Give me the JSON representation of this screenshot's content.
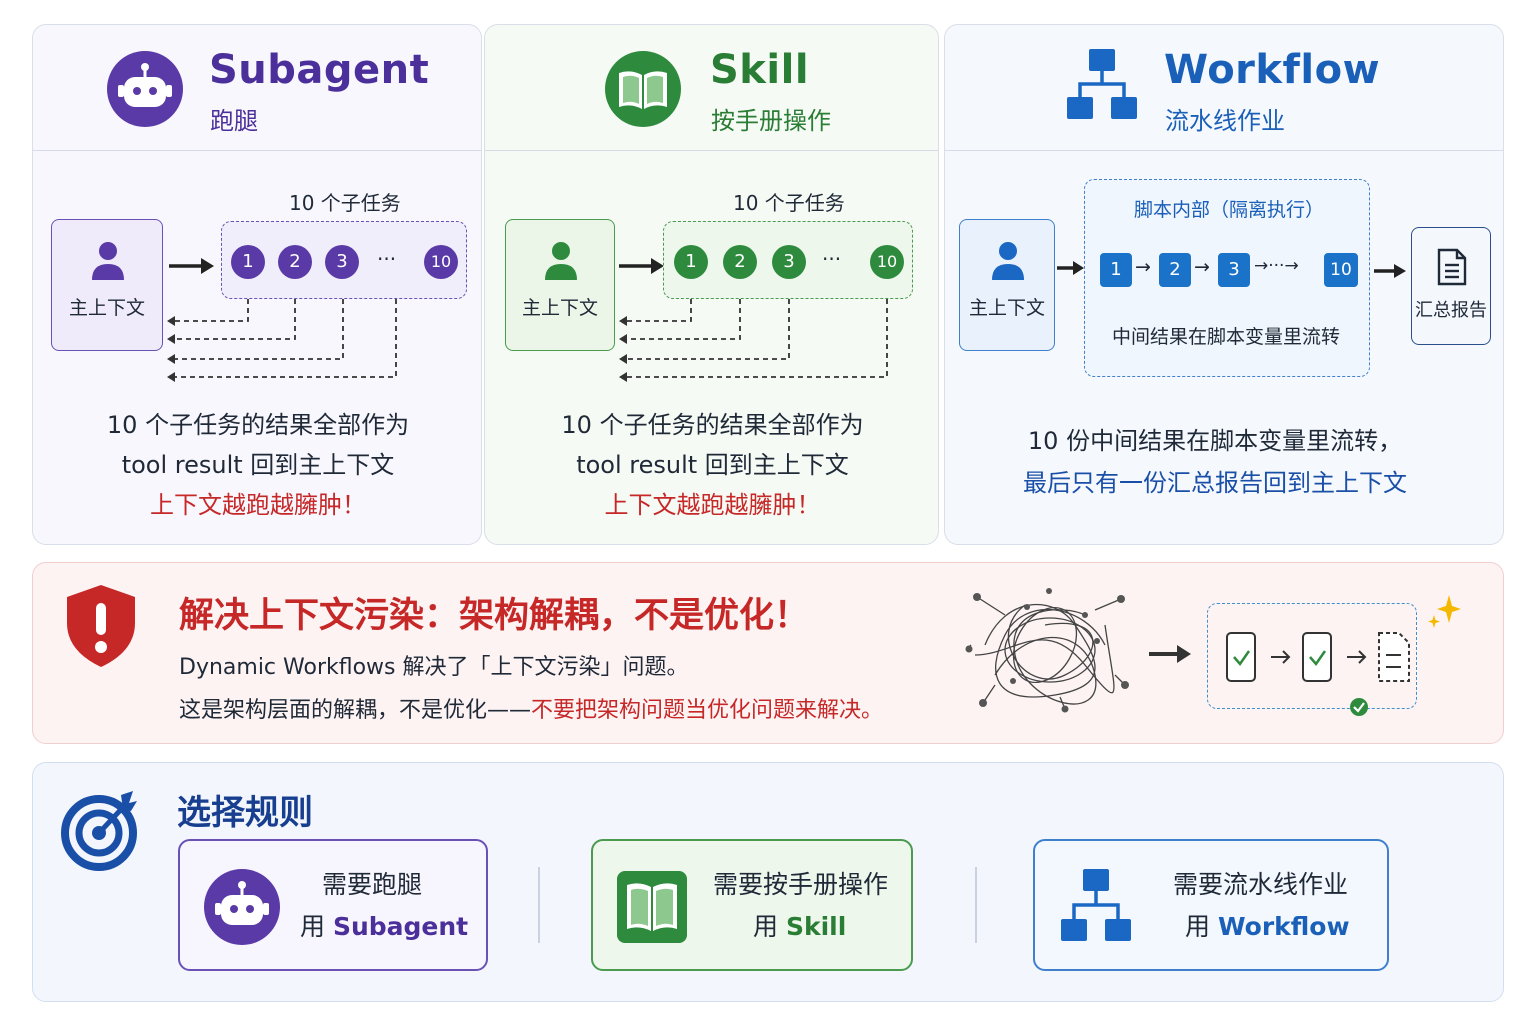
{
  "colors": {
    "purple": "#5a3aa6",
    "green": "#2e8b3e",
    "blue": "#1a68c4",
    "red": "#c62828",
    "navy": "#173e8f"
  },
  "subagent": {
    "title": "Subagent",
    "subtitle": "跑腿",
    "task_count_label": "10 个子任务",
    "context_label": "主上下文",
    "tasks": [
      "1",
      "2",
      "3",
      "···",
      "10"
    ],
    "desc_line1": "10 个子任务的结果全部作为",
    "desc_line2": "tool result 回到主上下文",
    "warning": "上下文越跑越臃肿！"
  },
  "skill": {
    "title": "Skill",
    "subtitle": "按手册操作",
    "task_count_label": "10 个子任务",
    "context_label": "主上下文",
    "tasks": [
      "1",
      "2",
      "3",
      "···",
      "10"
    ],
    "desc_line1": "10 个子任务的结果全部作为",
    "desc_line2": "tool result 回到主上下文",
    "warning": "上下文越跑越臃肿！"
  },
  "workflow": {
    "title": "Workflow",
    "subtitle": "流水线作业",
    "script_label": "脚本内部（隔离执行）",
    "context_label": "主上下文",
    "steps": [
      "1",
      "2",
      "3",
      "10"
    ],
    "ellipsis": "→···→",
    "pipe_note": "中间结果在脚本变量里流转",
    "report_label": "汇总报告",
    "desc_line1": "10 份中间结果在脚本变量里流转，",
    "desc_line2": "最后只有一份汇总报告回到主上下文"
  },
  "banner": {
    "title": "解决上下文污染：架构解耦，不是优化！",
    "line1": "Dynamic Workflows 解决了「上下文污染」问题。",
    "line2_plain": "这是架构层面的解耦，不是优化——",
    "line2_emph": "不要把架构问题当优化问题来解决。"
  },
  "rules": {
    "title": "选择规则",
    "items": [
      {
        "need": "需要跑腿",
        "use_prefix": "用 ",
        "use_name": "Subagent",
        "icon": "robot-icon"
      },
      {
        "need": "需要按手册操作",
        "use_prefix": "用 ",
        "use_name": "Skill",
        "icon": "book-icon"
      },
      {
        "need": "需要流水线作业",
        "use_prefix": "用 ",
        "use_name": "Workflow",
        "icon": "hierarchy-icon"
      }
    ]
  }
}
